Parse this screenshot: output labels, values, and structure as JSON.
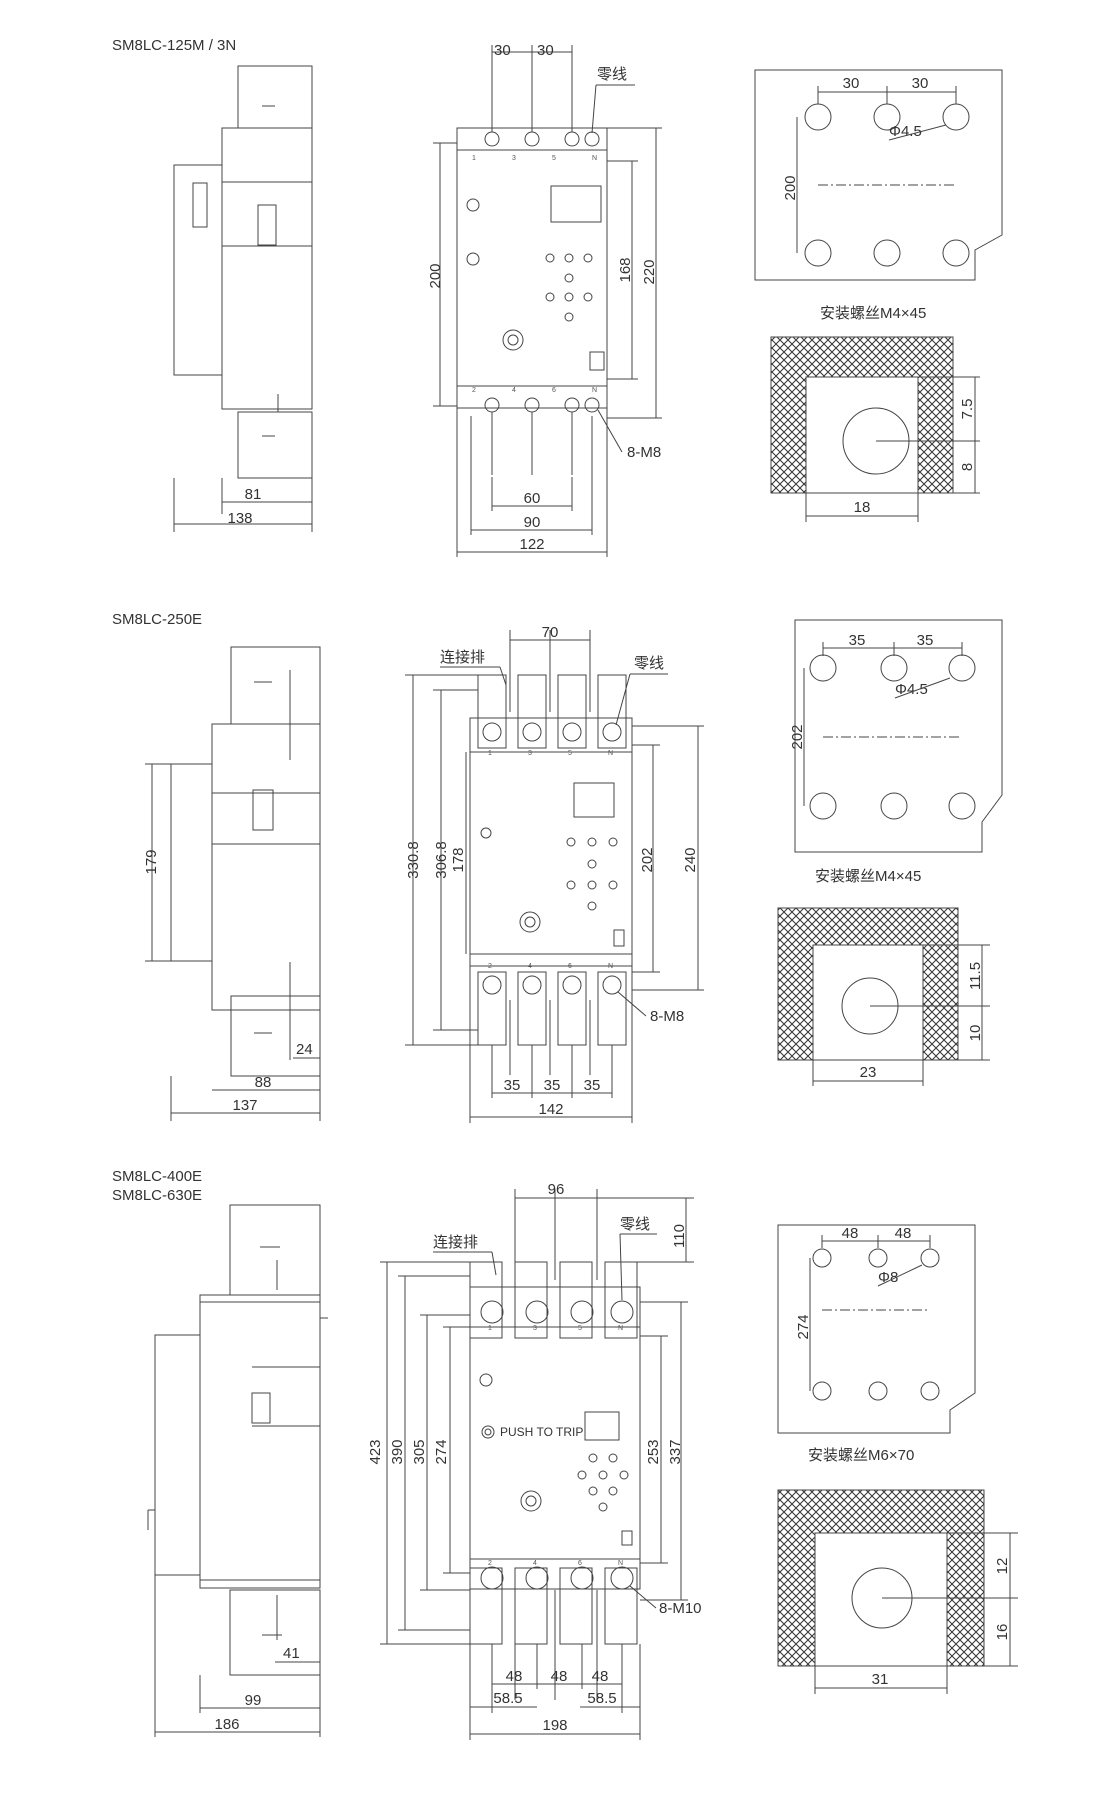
{
  "sections": [
    {
      "titles": [
        "SM8LC-125M / 3N"
      ],
      "side": {
        "w81": "81",
        "w138": "138"
      },
      "front": {
        "top_pitch_a": "30",
        "top_pitch_b": "30",
        "neutral_label": "零线",
        "h200": "200",
        "h168": "168",
        "h220": "220",
        "screw_label": "8-M8",
        "w60": "60",
        "w90": "90",
        "w122": "122",
        "terminals_top": [
          "1",
          "3",
          "5",
          "N"
        ],
        "terminals_bottom": [
          "2",
          "4",
          "6",
          "N"
        ]
      },
      "mount": {
        "pitch_a": "30",
        "pitch_b": "30",
        "height": "200",
        "hole": "Φ4.5",
        "caption": "安装螺丝M4×45"
      },
      "busbar": {
        "h_top": "7.5",
        "h_bot": "8",
        "width": "18"
      }
    },
    {
      "titles": [
        "SM8LC-250E"
      ],
      "side": {
        "h179": "179",
        "w24": "24",
        "w88": "88",
        "w137": "137"
      },
      "front": {
        "top_span": "70",
        "bus_label": "连接排",
        "neutral_label": "零线",
        "h330": "330.8",
        "h306": "306.8",
        "h178": "178",
        "h202": "202",
        "h240": "240",
        "screw_label": "8-M8",
        "pitch_1": "35",
        "pitch_2": "35",
        "pitch_3": "35",
        "w142": "142",
        "terminals_top": [
          "1",
          "3",
          "5",
          "N"
        ],
        "terminals_bottom": [
          "2",
          "4",
          "6",
          "N"
        ]
      },
      "mount": {
        "pitch_a": "35",
        "pitch_b": "35",
        "height": "202",
        "hole": "Φ4.5",
        "caption": "安装螺丝M4×45"
      },
      "busbar": {
        "h_top": "11.5",
        "h_bot": "10",
        "width": "23"
      }
    },
    {
      "titles": [
        "SM8LC-400E",
        "SM8LC-630E"
      ],
      "side": {
        "w41": "41",
        "w99": "99",
        "w186": "186"
      },
      "front": {
        "top_span": "96",
        "h110": "110",
        "bus_label": "连接排",
        "neutral_label": "零线",
        "h423": "423",
        "h390": "390",
        "h305": "305",
        "h274": "274",
        "h253": "253",
        "h337": "337",
        "trip_label": "PUSH TO TRIP",
        "screw_label": "8-M10",
        "pitch_1": "48",
        "pitch_2": "48",
        "pitch_3": "48",
        "w58a": "58.5",
        "w58b": "58.5",
        "w198": "198",
        "terminals_top": [
          "1",
          "3",
          "5",
          "N"
        ],
        "terminals_bottom": [
          "2",
          "4",
          "6",
          "N"
        ]
      },
      "mount": {
        "pitch_a": "48",
        "pitch_b": "48",
        "height": "274",
        "hole": "Φ8",
        "caption": "安装螺丝M6×70"
      },
      "busbar": {
        "h_top": "12",
        "h_bot": "16",
        "width": "31"
      }
    }
  ]
}
